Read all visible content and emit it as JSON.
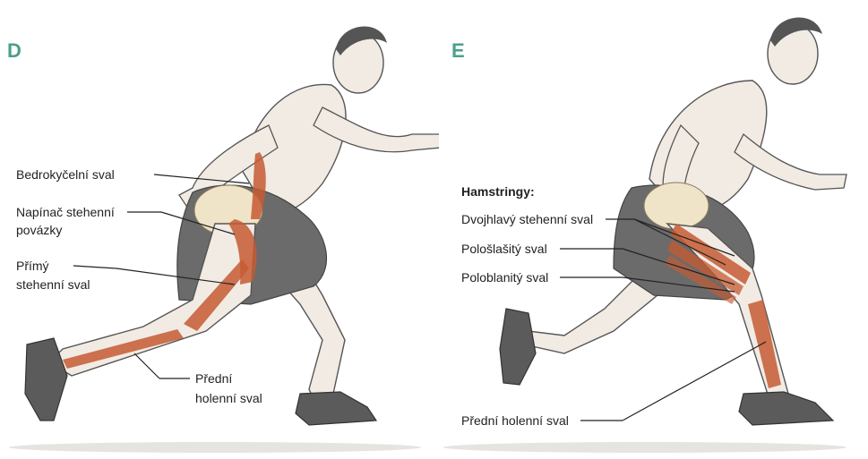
{
  "panels": [
    {
      "letter": "D",
      "labels": {
        "l1": "Bedrokyčelní sval",
        "l2a": "Napínač stehenní",
        "l2b": "povázky",
        "l3a": "Přímý",
        "l3b": "stehenní sval",
        "l4a": "Přední",
        "l4b": "holenní sval"
      }
    },
    {
      "letter": "E",
      "heading": "Hamstringy:",
      "labels": {
        "l1": "Dvojhlavý stehenní sval",
        "l2": "Pološlašitý sval",
        "l3": "Poloblanitý sval",
        "l4": "Přední holenní sval"
      }
    }
  ],
  "colors": {
    "letter": "#4a9f8c",
    "skin": "#f1ebe4",
    "outline": "#555555",
    "muscle": "#c65a32",
    "shorts": "#6b6b6b",
    "bone": "#efe3c8",
    "shoe": "#5b5b5b"
  }
}
